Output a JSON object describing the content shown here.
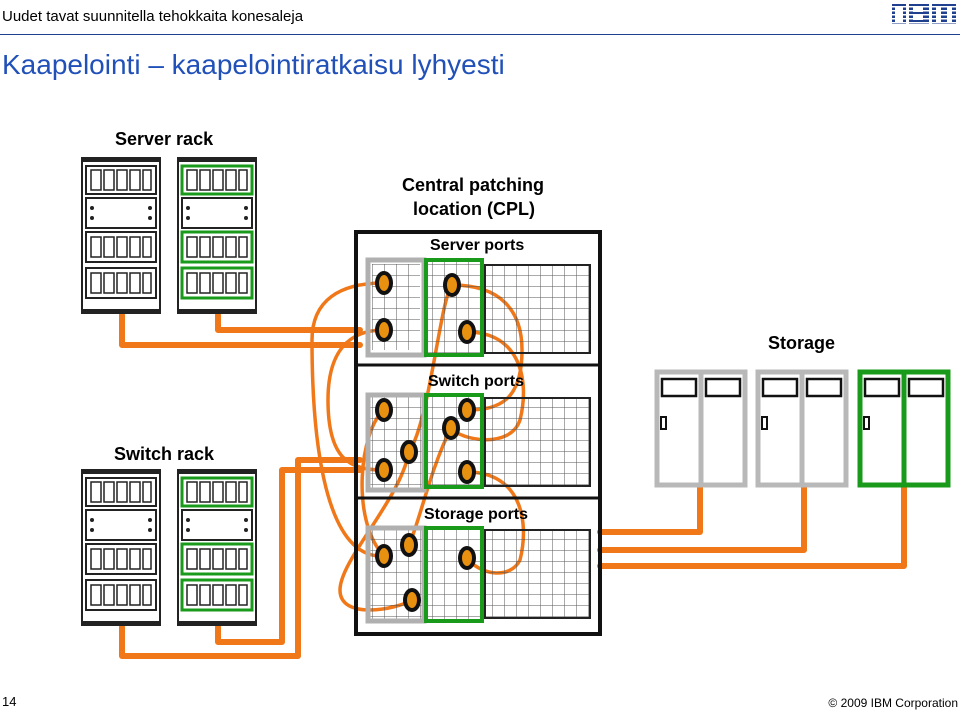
{
  "header": {
    "presentation_title": "Uudet tavat suunnitella tehokkaita konesaleja",
    "logo_text": "IBM"
  },
  "slide": {
    "title": "Kaapelointi – kaapelointiratkaisu lyhyesti"
  },
  "diagram": {
    "server_rack_label": "Server rack",
    "switch_rack_label": "Switch rack",
    "cpl_label_line1": "Central patching",
    "cpl_label_line2": "location (CPL)",
    "server_ports_label": "Server ports",
    "switch_ports_label": "Switch ports",
    "storage_ports_label": "Storage ports",
    "storage_label": "Storage",
    "colors": {
      "cable": "#f07818",
      "highlight": "#1a9a1a",
      "rack_outline": "#222222",
      "storage_grey": "#b8b8b8",
      "connector_fill": "#e89010"
    }
  },
  "footer": {
    "page_number": "14",
    "copyright": "© 2009 IBM Corporation"
  }
}
